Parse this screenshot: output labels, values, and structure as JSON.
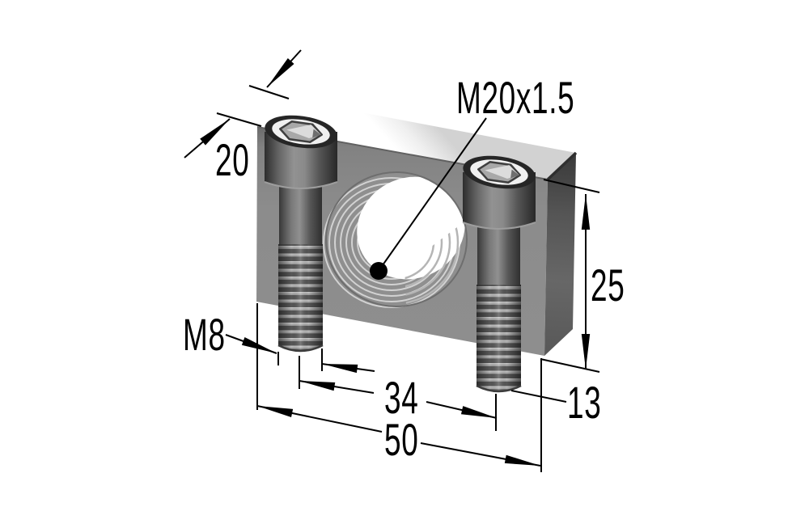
{
  "drawing": {
    "background": "#ffffff",
    "line_color": "#000000",
    "part_colors": {
      "top_face": "#ebebeb",
      "front_face": "#8a8a8a",
      "side_face": "#5a5a5a",
      "screw_dark": "#2b2b2b",
      "thread_ridge": "#ababab",
      "hole_highlight": "#ffffff"
    },
    "labels": {
      "depth": "20",
      "center_thread": "M20x1.5",
      "screw_thread": "M8",
      "hole_spacing": "34",
      "overall_width": "50",
      "side_offset": "13",
      "height": "25"
    }
  }
}
